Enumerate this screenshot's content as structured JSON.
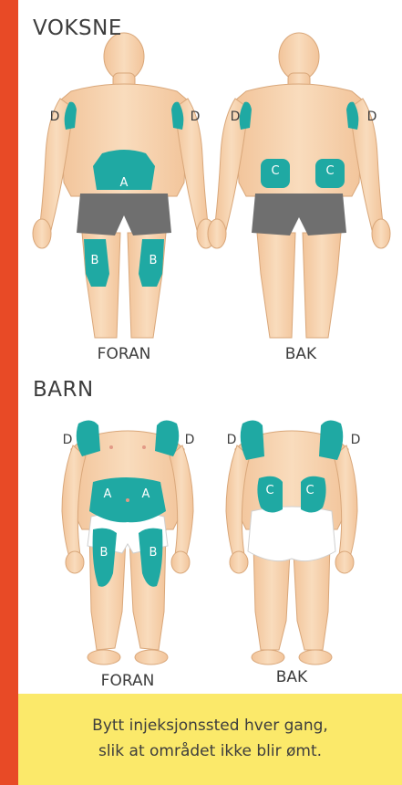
{
  "colors": {
    "frame_red": "#e84a26",
    "footer_yellow": "#fbe96a",
    "zone_teal": "#1fa9a3",
    "skin": "#f6d2ad",
    "shorts_gray": "#6f6f6f",
    "diaper_white": "#ffffff"
  },
  "adults": {
    "title": "VOKSNE",
    "front_label": "FORAN",
    "back_label": "BAK",
    "zones": {
      "a": "A",
      "b": "B",
      "c": "C",
      "d": "D"
    }
  },
  "children": {
    "title": "BARN",
    "front_label": "FORAN",
    "back_label": "BAK",
    "zones": {
      "a": "A",
      "b": "B",
      "c": "C",
      "d": "D"
    }
  },
  "footer": {
    "line1": "Bytt injeksjonssted hver gang,",
    "line2": "slik at området ikke blir ømt."
  }
}
